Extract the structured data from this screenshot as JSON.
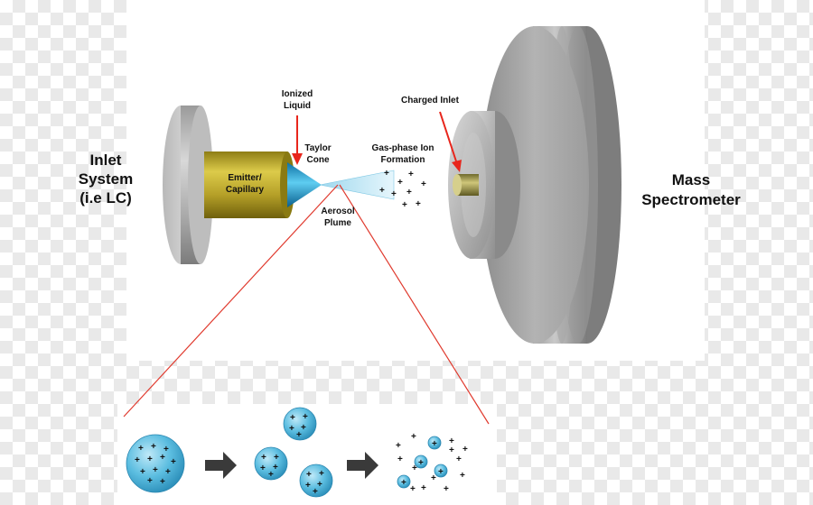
{
  "labels": {
    "inlet_system": [
      "Inlet",
      "System",
      "(i.e LC)"
    ],
    "mass_spectrometer": [
      "Mass",
      "Spectrometer"
    ],
    "emitter": [
      "Emitter/",
      "Capillary"
    ],
    "ionized_liquid": [
      "Ionized",
      "Liquid"
    ],
    "taylor_cone": [
      "Taylor",
      "Cone"
    ],
    "gas_phase": [
      "Gas-phase Ion",
      "Formation"
    ],
    "aerosol_plume": [
      "Aerosol",
      "Plume"
    ],
    "charged_inlet": "Charged Inlet"
  },
  "symbols": {
    "charge": "+"
  },
  "colors": {
    "arrow_red": "#e8261c",
    "zoom_line": "#e03a2e",
    "emitter_gold": "#b9a42a",
    "droplet_blue": "#56b9dd",
    "cone_blue": "#1e9ad2",
    "step_arrow": "#3a3a3a"
  },
  "icons": [
    "red-pointer-arrow",
    "step-arrow"
  ]
}
